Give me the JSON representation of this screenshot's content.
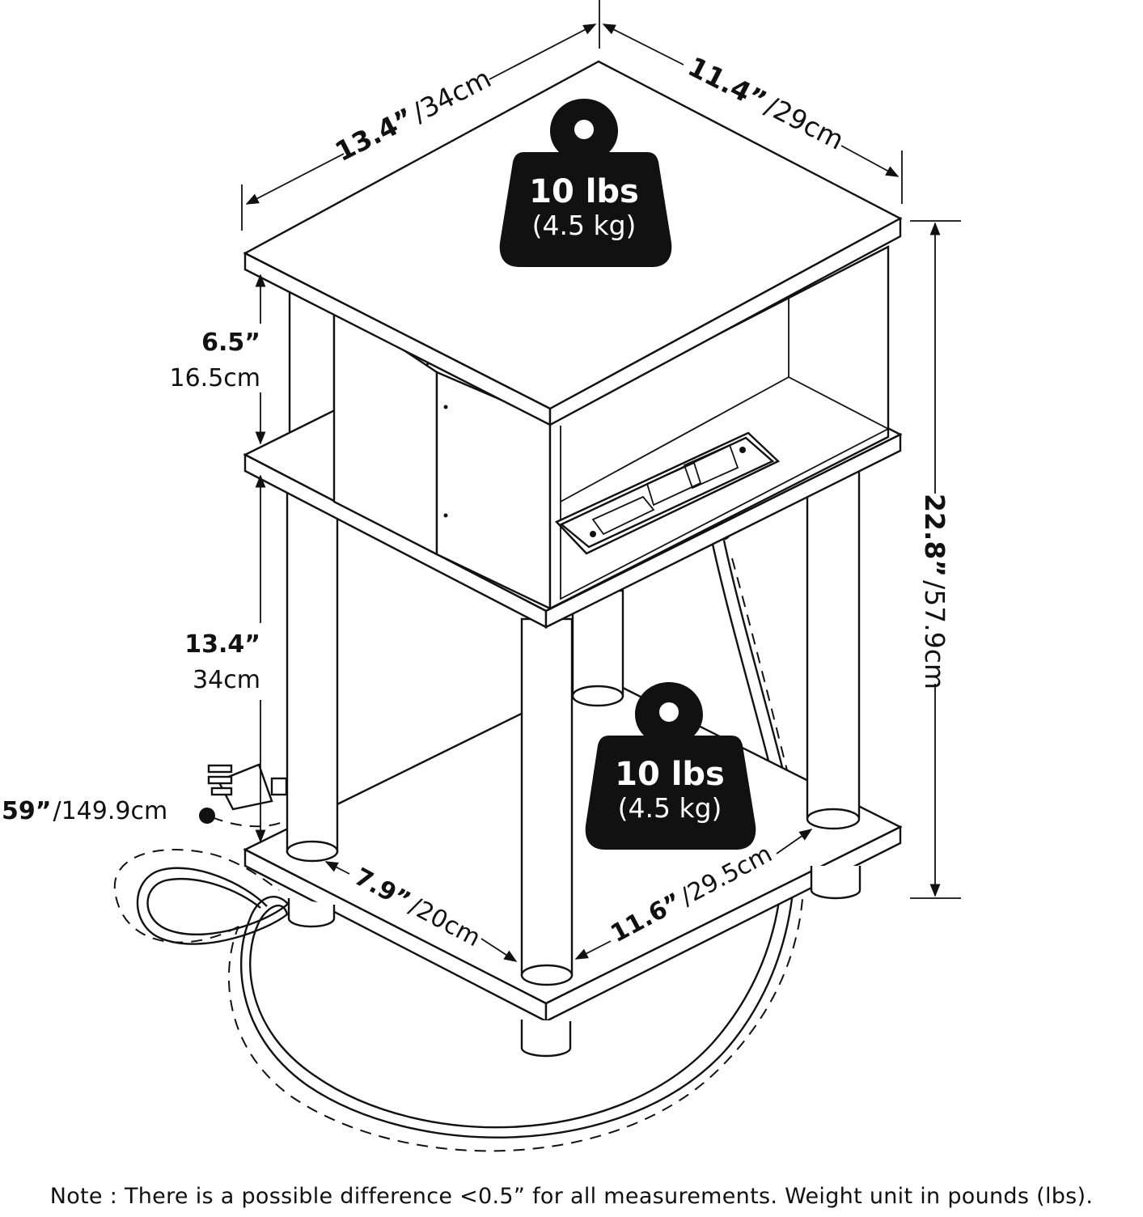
{
  "dimensions": {
    "top_width": {
      "in": "13.4”",
      "cm": "/34cm"
    },
    "top_depth": {
      "in": "11.4”",
      "cm": "/29cm"
    },
    "total_height": {
      "in": "22.8”",
      "cm": "/57.9cm"
    },
    "upper_shelf_height": {
      "in": "6.5”",
      "cm": "16.5cm"
    },
    "lower_shelf_height": {
      "in": "13.4”",
      "cm": "34cm"
    },
    "cord_length": {
      "in": "59”",
      "cm": "/149.9cm"
    },
    "bottom_width": {
      "in": "7.9”",
      "cm": "/20cm"
    },
    "bottom_depth": {
      "in": "11.6”",
      "cm": "/29.5cm"
    }
  },
  "weights": {
    "top": {
      "lbs": "10 lbs",
      "kg": "(4.5 kg)"
    },
    "bottom": {
      "lbs": "10 lbs",
      "kg": "(4.5 kg)"
    }
  },
  "note": "Note : There is a possible difference <0.5” for all measurements. Weight unit in pounds (lbs).",
  "colors": {
    "ink": "#111111",
    "background": "#ffffff"
  }
}
